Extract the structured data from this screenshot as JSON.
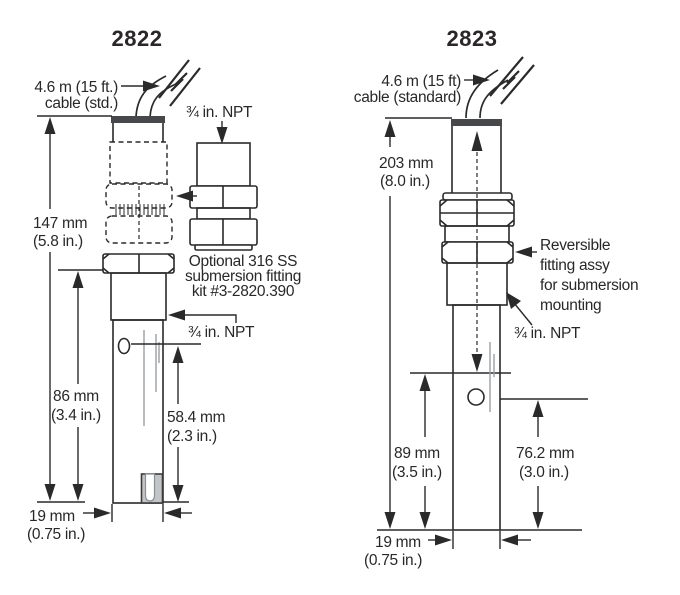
{
  "colors": {
    "line": "#2b2a2b",
    "text": "#2a2728",
    "probe_fill": "#d9dadc",
    "cap_fill": "#47484c",
    "ring_fill": "#d2d4d6",
    "electrode_fill": "#c2c5c7",
    "streak": "#9aa0a3",
    "background": "#ffffff"
  },
  "left": {
    "title": "2822",
    "cable_label": [
      "4.6 m (15 ft.)",
      "cable (std.)"
    ],
    "npt_top_label": "¾ in. NPT",
    "overall_dim": [
      "147 mm",
      "(5.8 in.)"
    ],
    "optional_kit": [
      "Optional 316 SS",
      "submersion fitting",
      "kit #3-2820.390"
    ],
    "npt_lower_label": "¾ in. NPT",
    "body_dim": [
      "86 mm",
      "(3.4 in.)"
    ],
    "insertion_dim": [
      "58.4 mm",
      "(2.3 in.)"
    ],
    "diameter_dim": [
      "19 mm",
      "(0.75 in.)"
    ]
  },
  "right": {
    "title": "2823",
    "cable_label": [
      "4.6 m (15 ft)",
      "cable (standard)"
    ],
    "overall_dim": [
      "203 mm",
      "(8.0 in.)"
    ],
    "fitting_note": [
      "Reversible",
      "fitting assy",
      "for submersion",
      "mounting"
    ],
    "npt_label": "¾ in. NPT",
    "body_dim": [
      "89 mm",
      "(3.5 in.)"
    ],
    "insertion_dim": [
      "76.2 mm",
      "(3.0 in.)"
    ],
    "diameter_dim": [
      "19 mm",
      "(0.75 in.)"
    ]
  }
}
